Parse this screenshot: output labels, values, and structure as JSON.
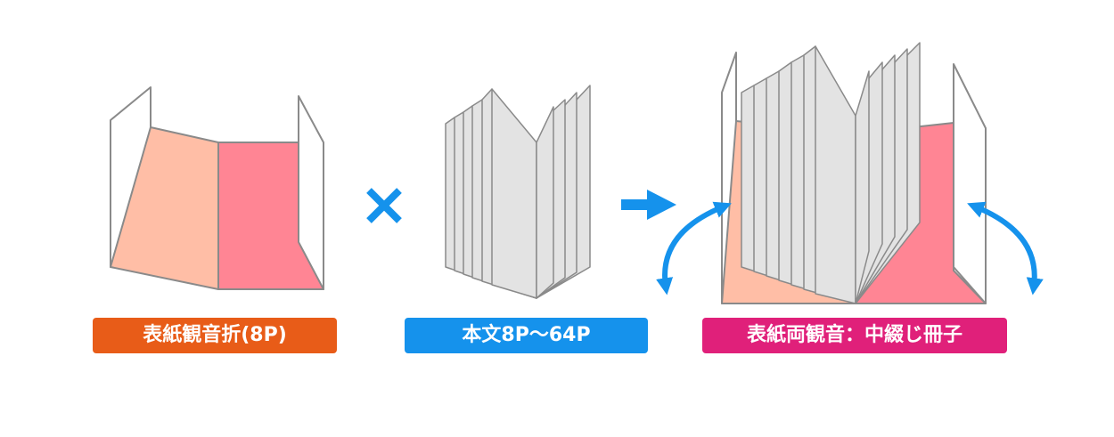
{
  "labels": {
    "cover": "表紙観音折(8P)",
    "body": "本文8P〜64P",
    "result": "表紙両観音：中綴じ冊子"
  },
  "colors": {
    "cover_label": "#e85c18",
    "body_label": "#1592ec",
    "result_label": "#e0207a",
    "peach_panel": "#ffbea6",
    "pink_panel": "#ff8594",
    "page_fill": "#e3e3e3",
    "outline": "#8a8a8a",
    "arrow_blue": "#1592ec"
  },
  "icons": {
    "operator": "multiply-icon",
    "result_arrow": "right-arrow-icon",
    "fold_left": "curved-double-arrow-icon",
    "fold_right": "curved-double-arrow-icon"
  }
}
